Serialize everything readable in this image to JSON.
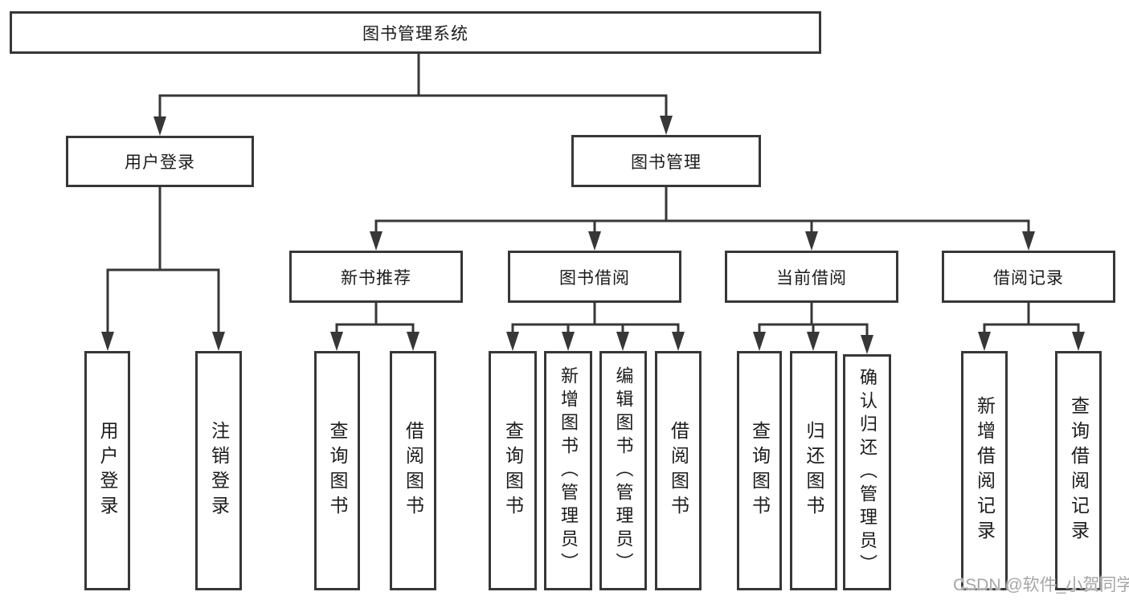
{
  "colors": {
    "line": "#373737",
    "border": "#373737",
    "text": "#1b1b1b",
    "background": "#ffffff",
    "watermark": "#a6a6a6"
  },
  "diagram": {
    "root_label": "图书管理系统",
    "level2": [
      {
        "id": "user-login",
        "label": "用户登录"
      },
      {
        "id": "book-management",
        "label": "图书管理"
      }
    ],
    "level3": [
      {
        "id": "new-book-recommend",
        "label": "新书推荐"
      },
      {
        "id": "book-borrowing",
        "label": "图书借阅"
      },
      {
        "id": "current-borrowing",
        "label": "当前借阅"
      },
      {
        "id": "borrow-records",
        "label": "借阅记录"
      }
    ],
    "leaves": [
      {
        "id": "user-login",
        "label": "用户登录"
      },
      {
        "id": "logout",
        "label": "注销登录"
      },
      {
        "id": "query-books-recommend",
        "label": "查询图书"
      },
      {
        "id": "borrow-books-recommend",
        "label": "借阅图书"
      },
      {
        "id": "query-books-borrow",
        "label": "查询图书"
      },
      {
        "id": "add-books-admin",
        "label": "新增图书（管理员）"
      },
      {
        "id": "edit-books-admin",
        "label": "编辑图书（管理员）"
      },
      {
        "id": "borrow-books",
        "label": "借阅图书"
      },
      {
        "id": "query-books-current",
        "label": "查询图书"
      },
      {
        "id": "return-books",
        "label": "归还图书"
      },
      {
        "id": "confirm-return-admin",
        "label": "确认归还（管理员）"
      },
      {
        "id": "add-borrow-record",
        "label": "新增借阅记录"
      },
      {
        "id": "query-borrow-record",
        "label": "查询借阅记录"
      }
    ]
  },
  "watermark": "CSDN @软件_小贺同学"
}
